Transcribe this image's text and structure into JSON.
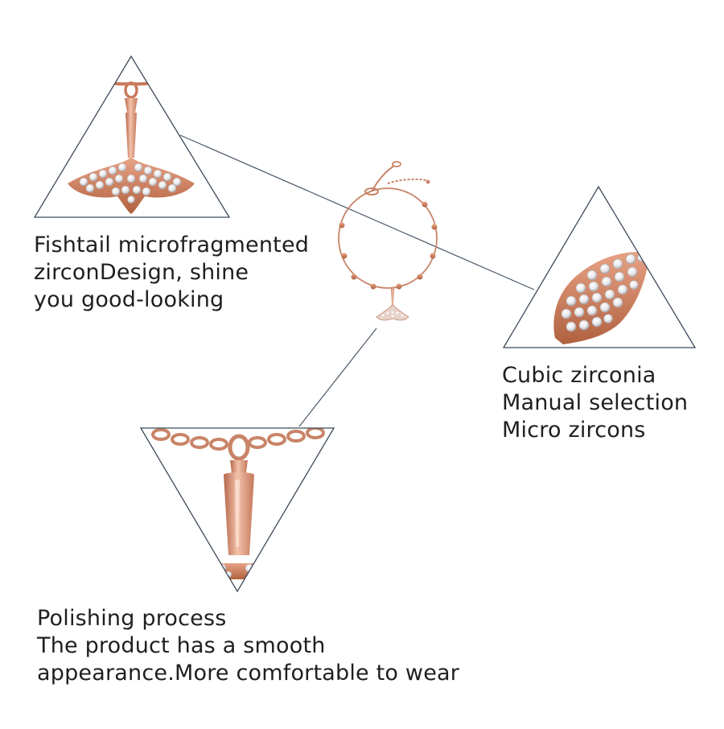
{
  "captions": {
    "fishtail": {
      "line1": "Fishtail microfragmented",
      "line2": "zirconDesign, shine",
      "line3": "you good-looking"
    },
    "zirconia": {
      "line1": "Cubic zirconia",
      "line2": "Manual selection",
      "line3": "Micro zircons"
    },
    "polishing": {
      "line1": "Polishing process",
      "line2": "The product has a smooth",
      "line3": "appearance.More comfortable to wear"
    }
  },
  "colors": {
    "rose_gold": "#d98c6e",
    "rose_gold_dark": "#b5664a",
    "rose_gold_light": "#f3c2aa",
    "zircon": "#f4f4f4",
    "outline": "#3c4a5a",
    "text": "#1f1f1f"
  }
}
